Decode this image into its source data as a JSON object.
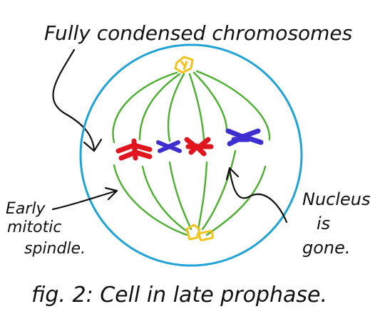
{
  "labels": {
    "title": "Fully condensed chromosomes",
    "left_label_lines": [
      "Early",
      "mitotic",
      "spindle."
    ],
    "right_label_lines": [
      "Nucleus",
      "is",
      "gone."
    ],
    "caption": "fig. 2: Cell in late prophase."
  },
  "colors": {
    "cell_membrane": "#1fa3d6",
    "spindle": "#4caf2f",
    "chromosome_red": "#e0151e",
    "chromosome_blue": "#3f2fd0",
    "centrosome": "#f2c31b",
    "ink": "#111111"
  }
}
